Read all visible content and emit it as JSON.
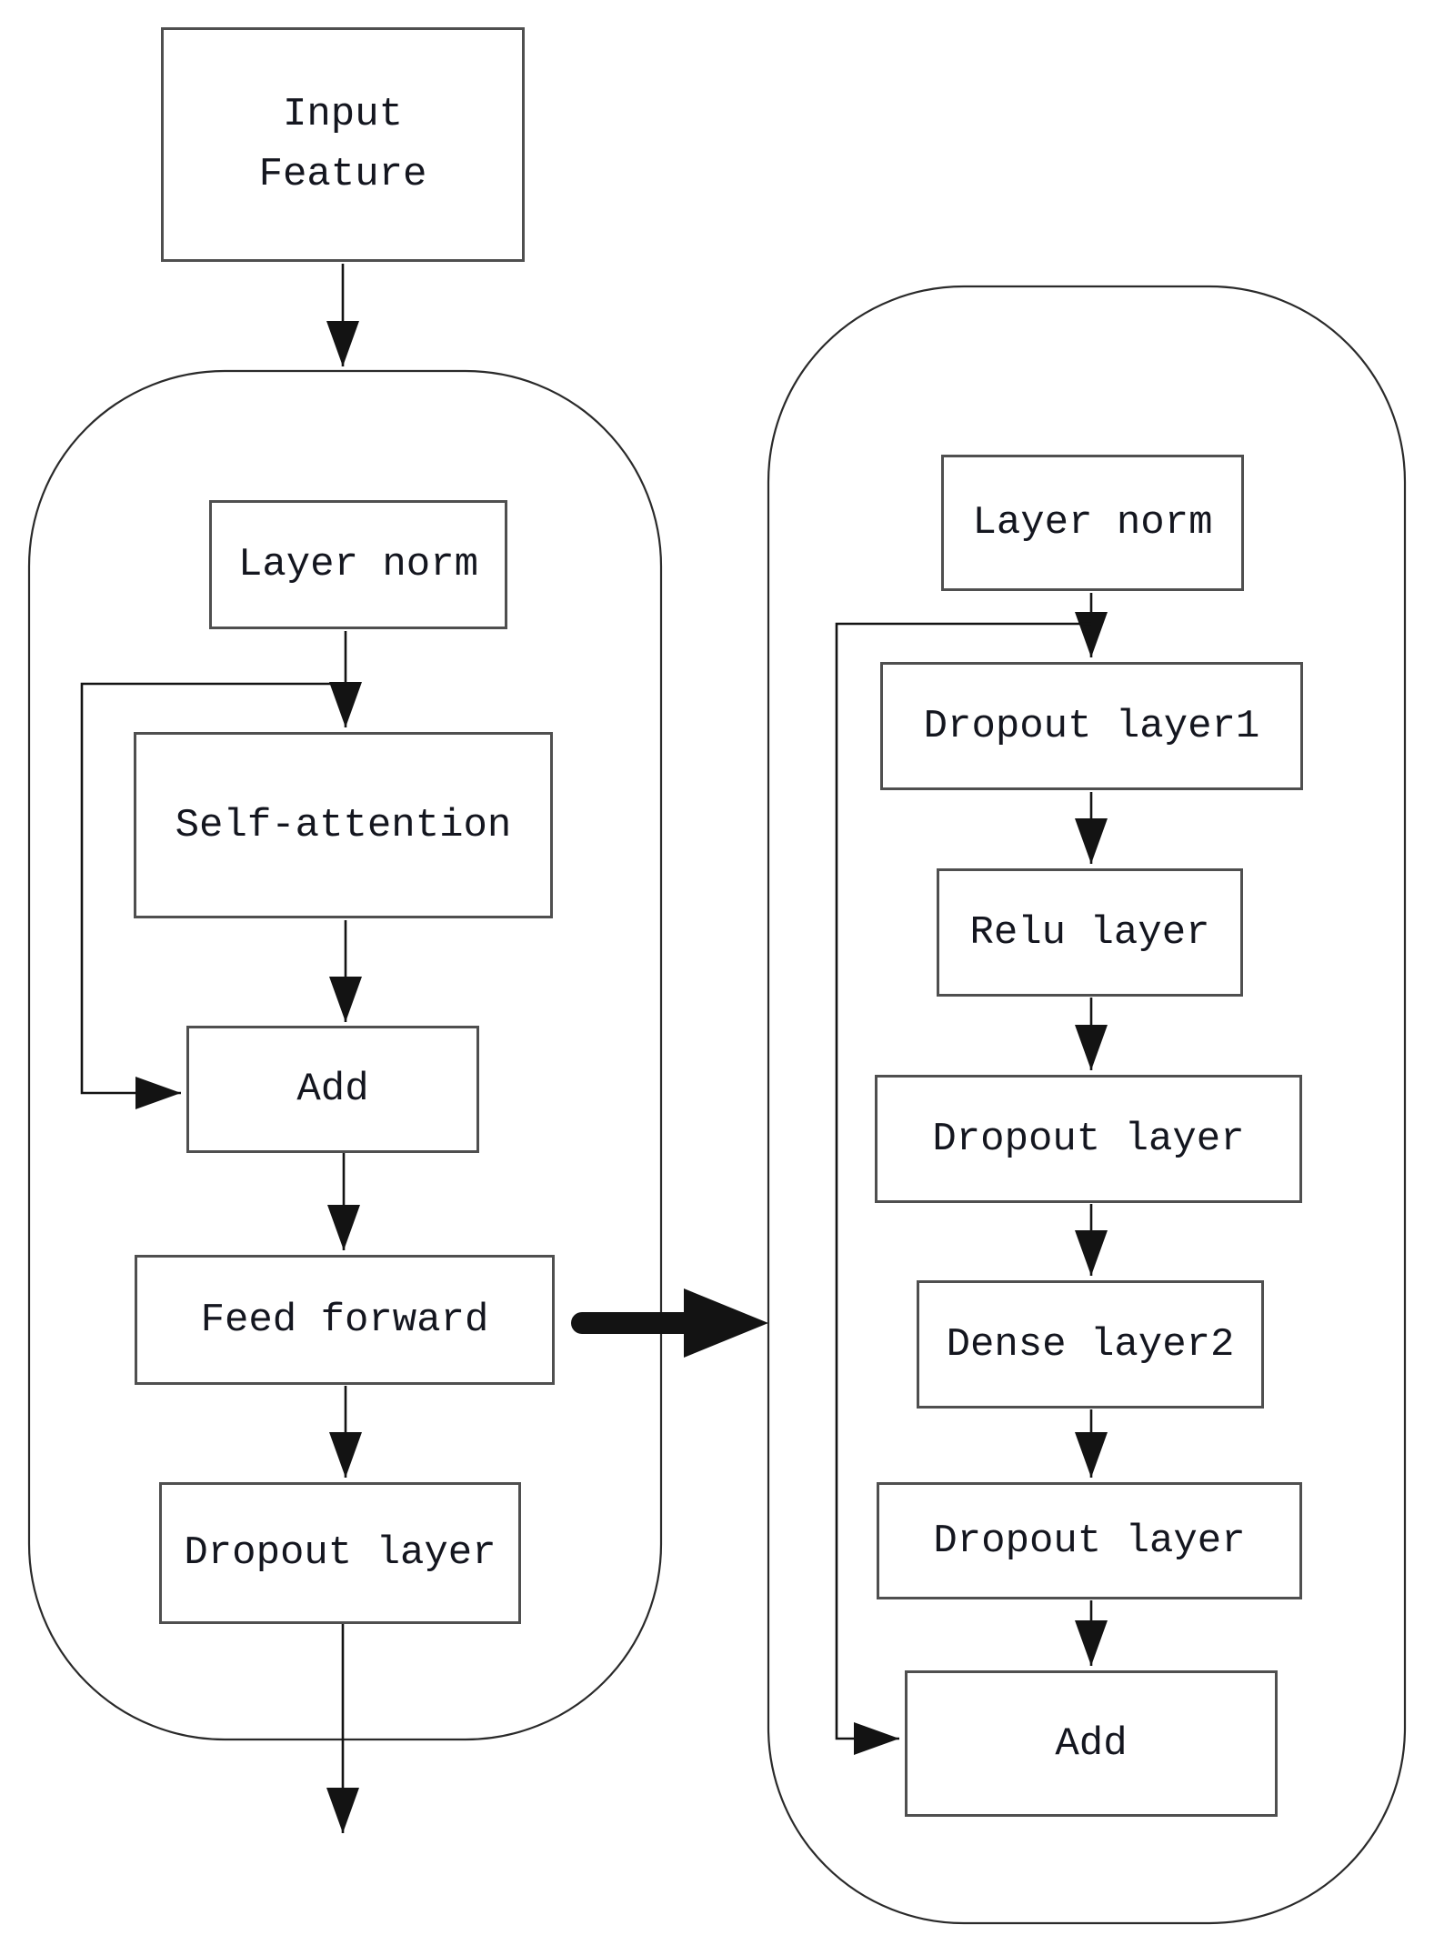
{
  "colors": {
    "background": "#ffffff",
    "box_border": "#4f4f4f",
    "container_border": "#2a2a2a",
    "arrow": "#131313",
    "text": "#14161f"
  },
  "nodes": {
    "input_feature": "Input\nFeature",
    "encoder_block": {
      "layer_norm": "Layer norm",
      "self_attention": "Self-attention",
      "add": "Add",
      "feed_forward": "Feed forward",
      "dropout_layer": "Dropout layer"
    },
    "feed_forward_block": {
      "layer_norm": "Layer norm",
      "dropout_layer1": "Dropout layer1",
      "relu_layer": "Relu layer",
      "dropout_layer_mid": "Dropout layer",
      "dense_layer2": "Dense layer2",
      "dropout_layer_low": "Dropout layer",
      "add": "Add"
    }
  }
}
